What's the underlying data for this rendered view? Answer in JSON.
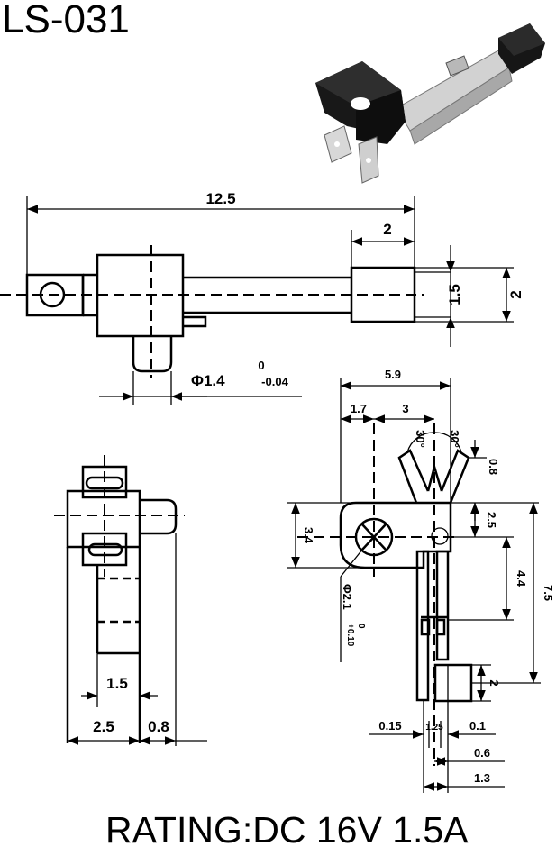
{
  "header": {
    "part_number": "LS-031"
  },
  "footer": {
    "rating": "RATING:DC 16V 1.5A"
  },
  "dimensions": {
    "overall_length": "12.5",
    "tip_length": "2",
    "tip_height": "1.5",
    "tip_outer": "2",
    "pin_dia": "Φ1.4",
    "pin_tol_upper": "0",
    "pin_tol_lower": "-0.04",
    "width_5_9": "5.9",
    "offset_1_7": "1.7",
    "spacing_3": "3",
    "angle_left": "30°",
    "angle_right": "30°",
    "gap_0_8": "0.8",
    "height_3_4": "3.4",
    "height_2_5": "2.5",
    "height_4_4": "4.4",
    "height_7_5": "7.5",
    "hole_dia": "Φ2.1",
    "hole_tol_upper": "+0.10",
    "hole_tol_lower": "0",
    "height_2": "2",
    "thk_0_15": "0.15",
    "thk_1_25": "1.25",
    "thk_0_1": "0.1",
    "width_0_6": "0.6",
    "width_1_3": "1.3",
    "side_1_5": "1.5",
    "side_2_5": "2.5",
    "side_0_8": "0.8"
  },
  "colors": {
    "ink": "#000000",
    "paper": "#ffffff",
    "photo_body": "#1a1a1a",
    "photo_metal": "#c9c9c9"
  }
}
